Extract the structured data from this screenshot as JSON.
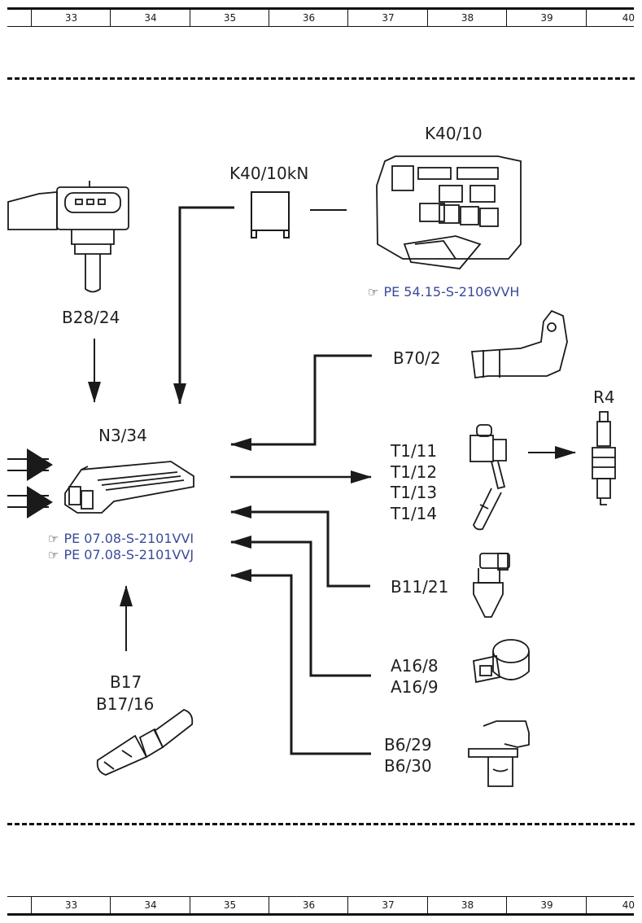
{
  "ruler": {
    "cells": [
      "33",
      "34",
      "35",
      "36",
      "37",
      "38",
      "39",
      "40"
    ]
  },
  "labels": {
    "k40_10": "K40/10",
    "k40_10kn": "K40/10kN",
    "b28_24": "B28/24",
    "n3_34": "N3/34",
    "b70_2": "B70/2",
    "r4": "R4",
    "t1_11": "T1/11",
    "t1_12": "T1/12",
    "t1_13": "T1/13",
    "t1_14": "T1/14",
    "b11_21": "B11/21",
    "a16_8": "A16/8",
    "a16_9": "A16/9",
    "b6_29": "B6/29",
    "b6_30": "B6/30",
    "b17": "B17",
    "b17_16": "B17/16"
  },
  "references": {
    "k40": "PE 54.15-S-2106VVH",
    "n3_a": "PE 07.08-S-2101VVI",
    "n3_b": "PE 07.08-S-2101VVJ"
  },
  "colors": {
    "line": "#1a1a1a",
    "reference": "#3a4a9a"
  },
  "icons": {
    "reference": "pointing-hand-icon"
  }
}
